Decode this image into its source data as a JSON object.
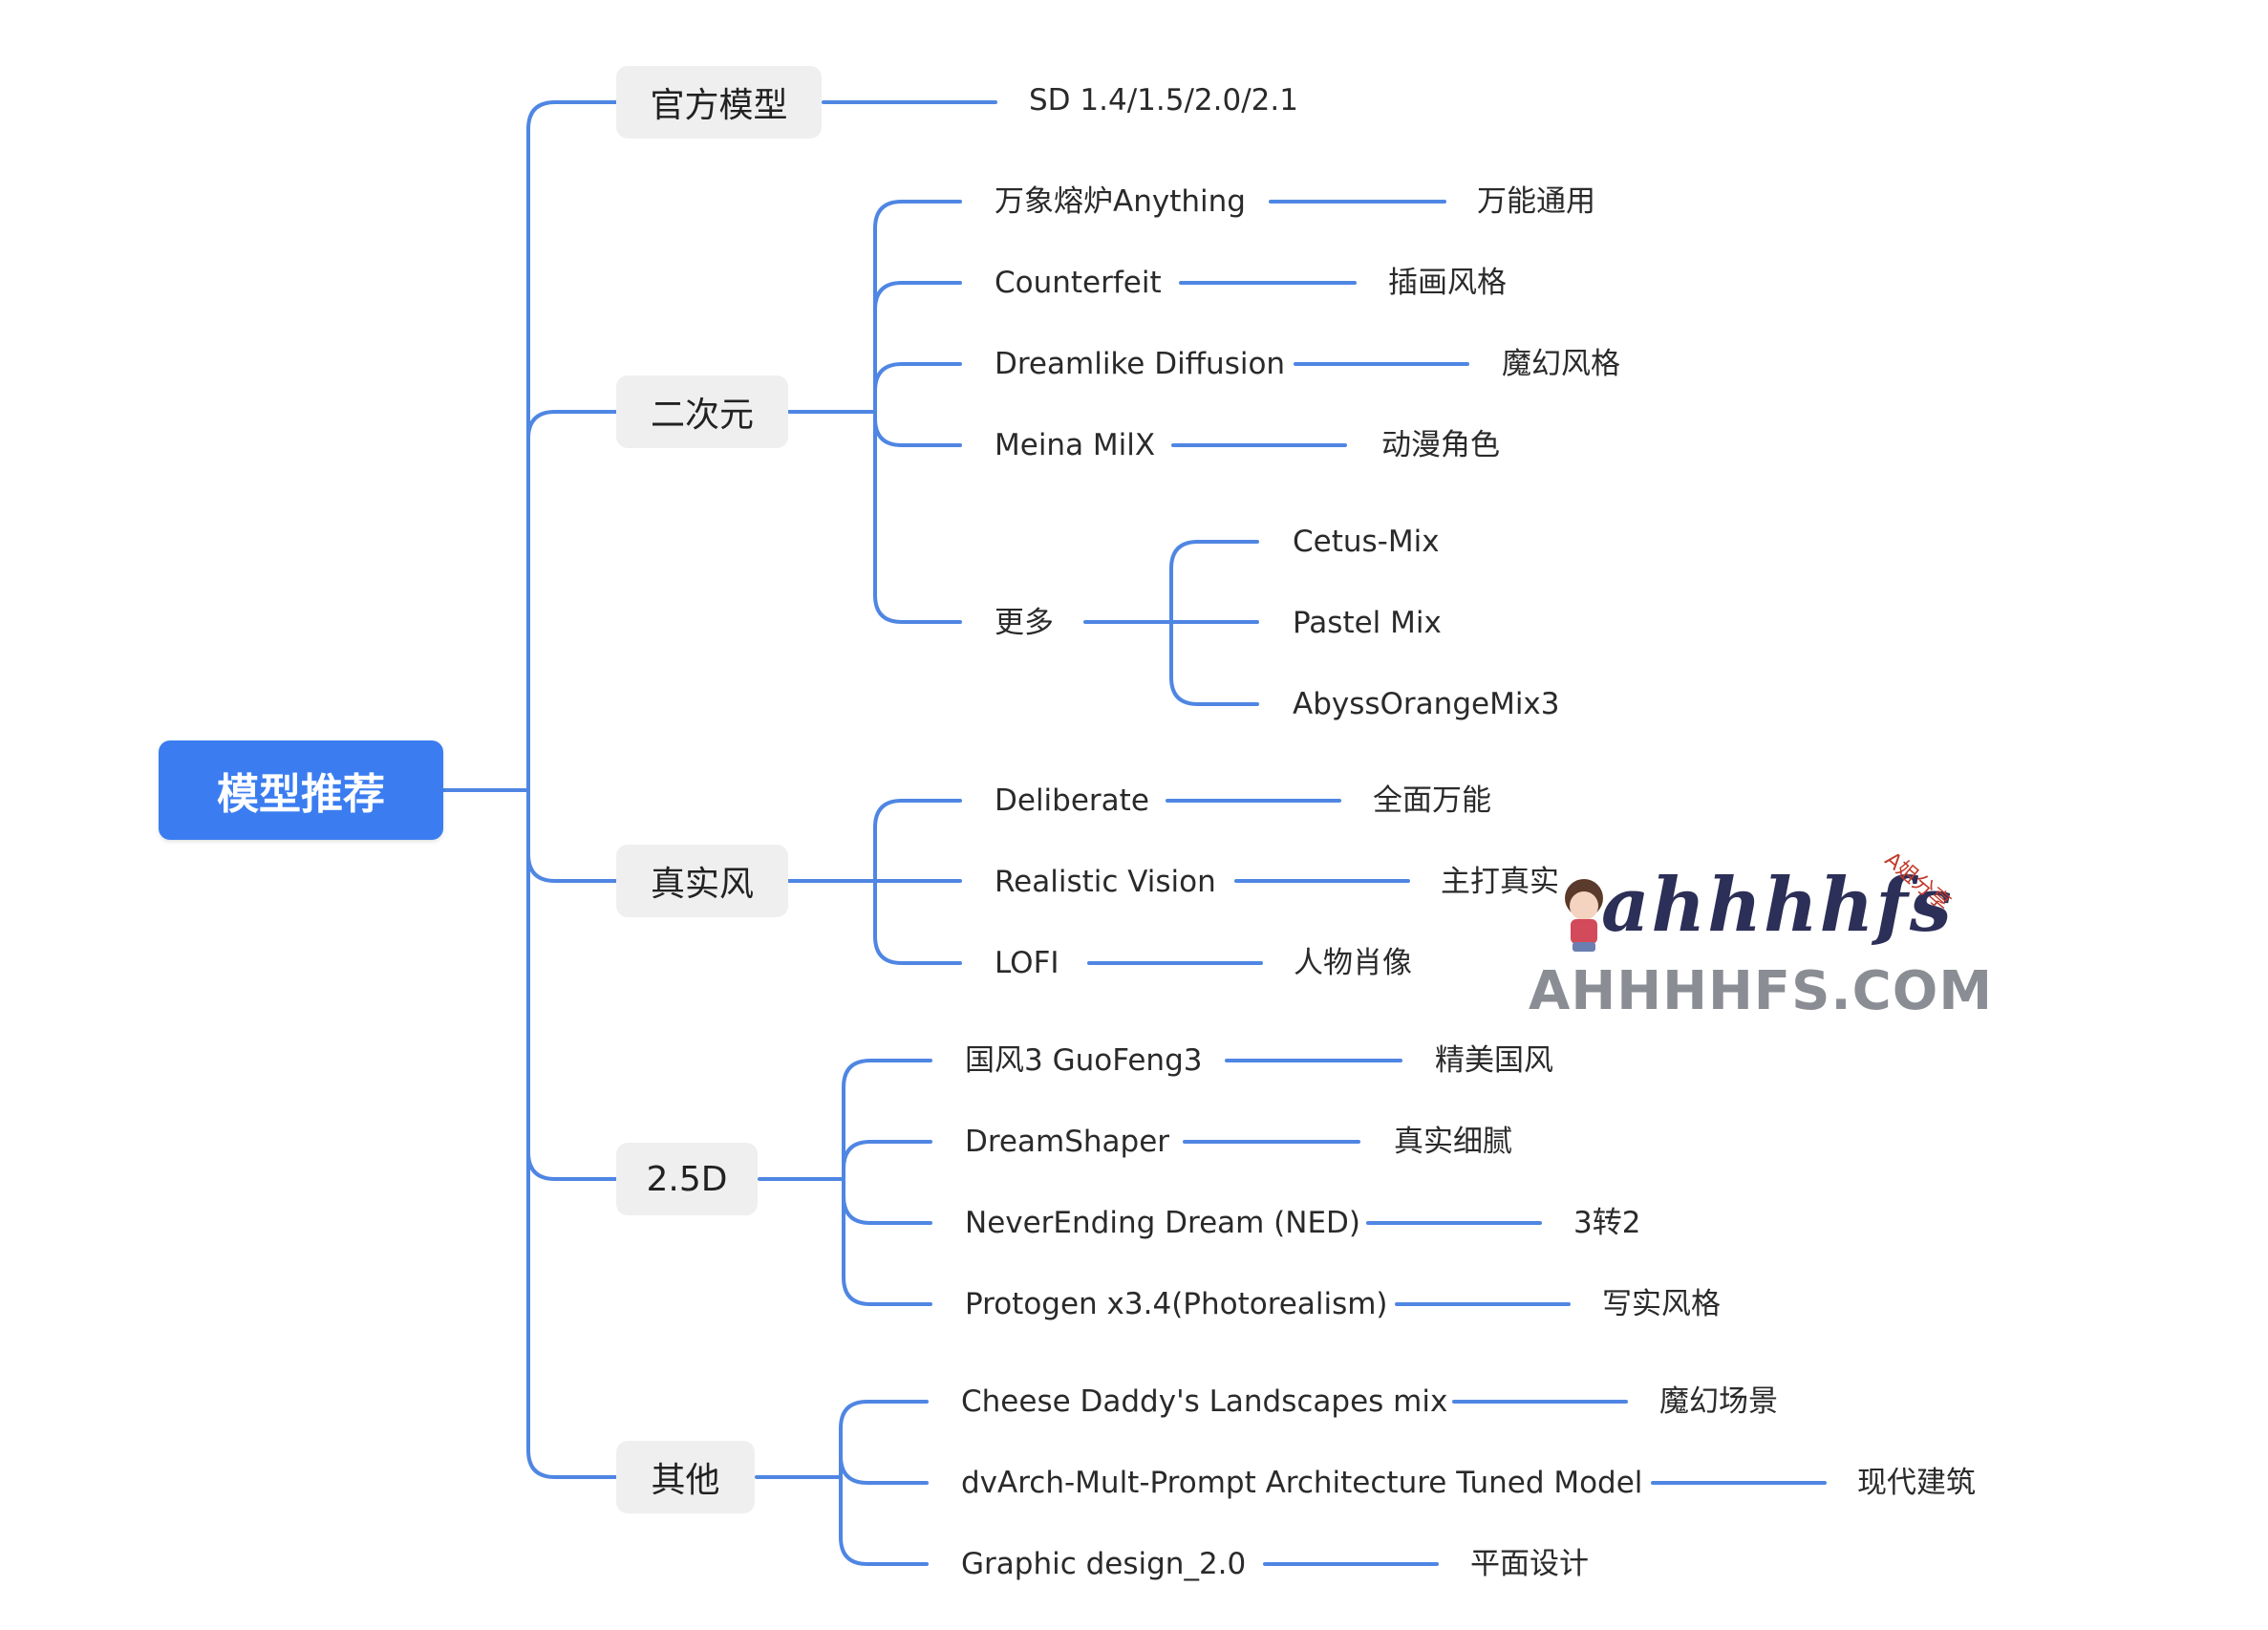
{
  "root": {
    "label": "模型推荐"
  },
  "categories": [
    {
      "label": "官方模型",
      "items": [
        {
          "name": "SD 1.4/1.5/2.0/2.1",
          "desc": ""
        }
      ]
    },
    {
      "label": "二次元",
      "items": [
        {
          "name": "万象熔炉Anything",
          "desc": "万能通用"
        },
        {
          "name": "Counterfeit",
          "desc": "插画风格"
        },
        {
          "name": "Dreamlike Diffusion",
          "desc": "魔幻风格"
        },
        {
          "name": "Meina MilX",
          "desc": "动漫角色"
        },
        {
          "name": "更多",
          "desc": "",
          "children": [
            "Cetus-Mix",
            "Pastel Mix",
            "AbyssOrangeMix3"
          ]
        }
      ]
    },
    {
      "label": "真实风",
      "items": [
        {
          "name": "Deliberate",
          "desc": "全面万能"
        },
        {
          "name": "Realistic Vision",
          "desc": "主打真实"
        },
        {
          "name": "LOFI",
          "desc": "人物肖像"
        }
      ]
    },
    {
      "label": "2.5D",
      "items": [
        {
          "name": "国风3 GuoFeng3",
          "desc": "精美国风"
        },
        {
          "name": "DreamShaper",
          "desc": "真实细腻"
        },
        {
          "name": "NeverEnding Dream (NED)",
          "desc": "3转2"
        },
        {
          "name": "Protogen x3.4(Photorealism)",
          "desc": "写实风格"
        }
      ]
    },
    {
      "label": "其他",
      "items": [
        {
          "name": "Cheese Daddy's Landscapes mix",
          "desc": "魔幻场景"
        },
        {
          "name": "dvArch-Mult-Prompt Architecture Tuned Model",
          "desc": "现代建筑"
        },
        {
          "name": "Graphic design_2.0",
          "desc": "平面设计"
        }
      ]
    }
  ],
  "watermark": {
    "script": "ahhhhfs",
    "tag": "A姐分享",
    "domain": "AHHHHFS.COM"
  },
  "colors": {
    "line": "#4f86e3",
    "root": "#3b7df0",
    "category_bg": "#efefef"
  }
}
